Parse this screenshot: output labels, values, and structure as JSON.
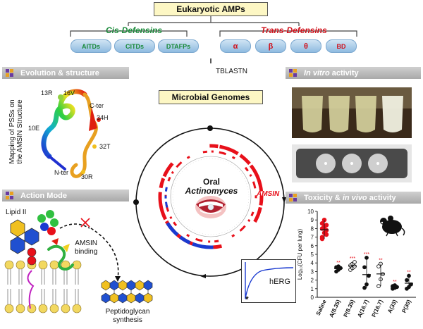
{
  "header": {
    "title": "Eukaryotic AMPs"
  },
  "cis": {
    "title": "Cis-Defensins",
    "items": [
      "AITDs",
      "CITDs",
      "DTAFPs"
    ]
  },
  "trans": {
    "title": "Trans-Defensins",
    "items": [
      "α",
      "β",
      "θ",
      "BD"
    ]
  },
  "arrow_label": "TBLASTN",
  "genomes_label": "Microbial Genomes",
  "sections": {
    "evolution": "Evolution & structure",
    "invitro_pre": "In vitro",
    "invitro_post": " activity",
    "action": "Action Mode",
    "tox_pre": "Toxicity & ",
    "tox_it": "in vivo",
    "tox_post": " activity"
  },
  "structure": {
    "side_label_1": "Mapping of PSSs on",
    "side_label_2": "the AMSIN Structure",
    "residues": [
      "13R",
      "16V",
      "C-ter",
      "34H",
      "10E",
      "32T",
      "N-ter",
      "30R"
    ]
  },
  "center": {
    "title_1": "Oral",
    "title_2": "Actinomyces",
    "tag": "AMSIN"
  },
  "action": {
    "lipid": "Lipid II",
    "binding_1": "AMSIN",
    "binding_2": "binding",
    "synth_1": "Peptidoglycan",
    "synth_2": "synthesis"
  },
  "herg": {
    "label": "hERG",
    "star": "*"
  },
  "chart_data": {
    "type": "scatter",
    "ylabel": "Log₁₀(CFU per lung)",
    "ylim": [
      0,
      10
    ],
    "yticks": [
      0,
      1,
      2,
      3,
      4,
      5,
      6,
      7,
      8,
      9,
      10
    ],
    "categories": [
      "Saline",
      "A(8.35)",
      "P(8.35)",
      "A(16.7)",
      "P(16.7)",
      "A(33)",
      "P(30)"
    ],
    "values": [
      [
        7.0,
        7.5,
        7.8,
        8.0,
        8.2,
        8.4,
        8.6,
        9.0,
        7.3,
        6.8
      ],
      [
        3.0,
        3.2,
        3.4,
        3.5,
        3.6
      ],
      [
        3.2,
        3.4,
        3.6,
        3.7,
        3.9,
        4.1
      ],
      [
        1.1,
        1.5,
        2.5,
        3.5,
        4.6
      ],
      [
        1.3,
        2.1,
        2.7,
        3.6,
        3.9
      ],
      [
        1.0,
        1.1,
        1.2,
        1.3,
        1.4
      ],
      [
        1.0,
        1.2,
        1.5,
        2.0,
        2.5
      ]
    ],
    "significance": [
      "",
      "**",
      "***",
      "***",
      "**",
      "**",
      "**"
    ],
    "colors": {
      "saline": "#e8101a",
      "filled": "#111111",
      "hollow": "#ffffff",
      "star": "#e8101a"
    }
  }
}
